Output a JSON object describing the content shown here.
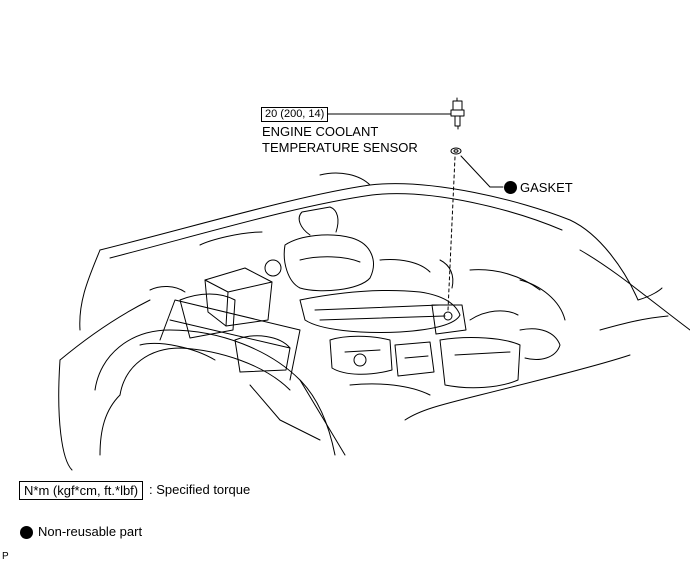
{
  "callouts": {
    "torque_value": "20 (200, 14)",
    "sensor_label_line1": "ENGINE COOLANT",
    "sensor_label_line2": "TEMPERATURE SENSOR",
    "gasket_label": "GASKET"
  },
  "legend": {
    "torque_units": "N*m (kgf*cm, ft.*lbf)",
    "torque_desc": ": Specified torque",
    "nonreusable_desc": "Non-reusable part"
  },
  "footer": {
    "code": "P"
  },
  "icons": {
    "nonreusable": "filled-circle-icon",
    "sensor": "coolant-sensor-icon",
    "gasket": "gasket-ring-icon"
  },
  "colors": {
    "line": "#000000",
    "background": "#ffffff"
  }
}
